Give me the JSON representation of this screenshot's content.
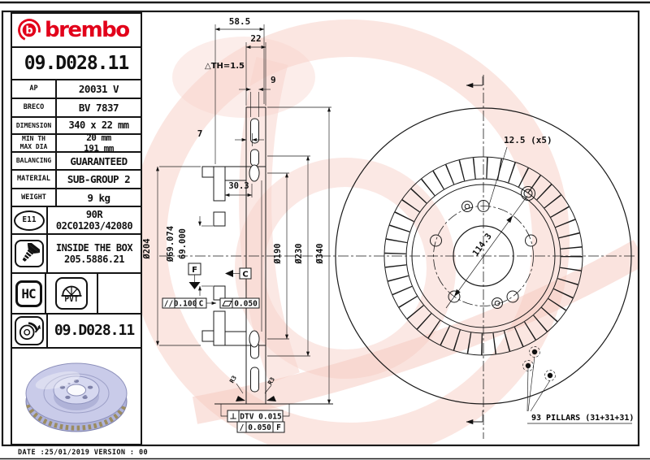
{
  "panel": {
    "logo_text": "brembo",
    "part_number": "09.D028.11",
    "ap_label": "AP",
    "ap_value": "20031 V",
    "breco_label": "BRECO",
    "breco_value": "BV 7837",
    "dimension_label": "DIMENSION",
    "dimension_value": "340 x 22 mm",
    "min_th_label": "MIN TH",
    "min_th_value": "20 mm",
    "max_dia_label": "MAX DIA",
    "max_dia_value": "191 mm",
    "balancing_label": "BALANCING",
    "balancing_value": "GUARANTEED",
    "material_label": "MATERIAL",
    "material_value": "SUB-GROUP 2",
    "weight_label": "WEIGHT",
    "weight_value": "9 kg",
    "e11_badge": "E11",
    "approval_line1": "90R",
    "approval_line2": "02C01203/42080",
    "box_line1": "INSIDE THE BOX",
    "box_line2": "205.5886.21",
    "hc_label": "HC",
    "pvt_label": "PVT",
    "part_number_repeat": "09.D028.11",
    "date_line": "DATE :25/01/2019 VERSION : 00"
  },
  "drawing": {
    "dim_58_5": "58.5",
    "dim_22": "22",
    "dim_th": "△TH=1.5",
    "dim_9": "9",
    "dim_7": "7",
    "dim_30_3": "30.3",
    "dia_204": "Ø204",
    "dia_69_high": "Ø69.074",
    "dia_69_low": "69.000",
    "dia_190": "Ø190",
    "dia_230": "Ø230",
    "dia_340": "Ø340",
    "bolt_holes": "12.5 (x5)",
    "bcd": "114.3",
    "radius_note_1": "R3",
    "radius_note_2": "R3",
    "pillars_note": "93 PILLARS (31+31+31)",
    "datum_f": "F",
    "datum_c": "C",
    "parallel_sym": "//",
    "parallel_val": "0.100",
    "parallel_ref": "C",
    "flatness_val": "0.050",
    "runout_sym": "⊥",
    "dtv_val": "DTV 0.015",
    "lateral_sym": "/",
    "lateral_val": "0.050",
    "lateral_ref": "F",
    "accent_red": "#e2001a",
    "watermark_pink": "#f7d2c9",
    "disc_render_color": "#c9cbe9"
  }
}
